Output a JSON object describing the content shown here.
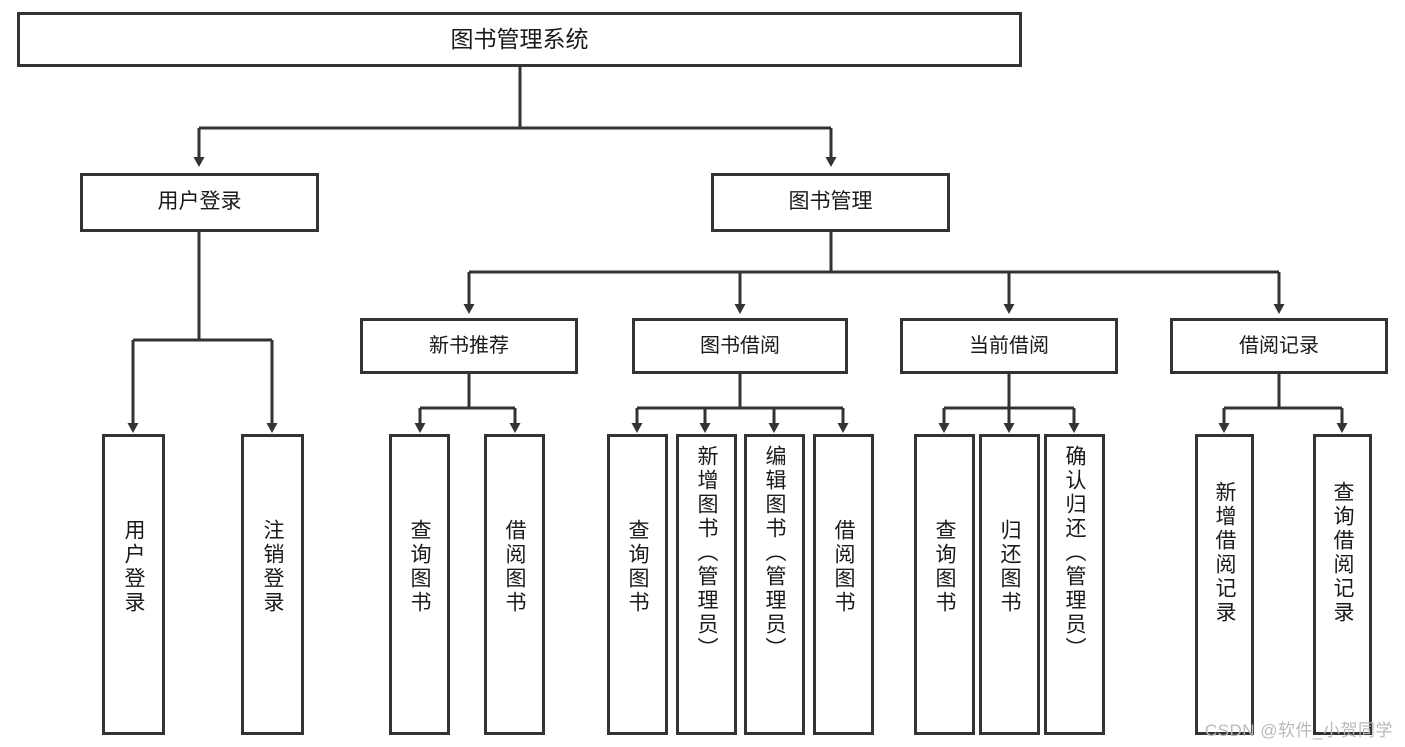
{
  "diagram": {
    "title": "图书管理系统",
    "type": "function-hierarchy-tree",
    "colors": {
      "background": "#ffffff",
      "border": "#333333",
      "text": "#1a1a1a",
      "connector": "#333333",
      "watermark": "#b9b9b9"
    },
    "root": {
      "label": "图书管理系统"
    },
    "level1": [
      {
        "label": "用户登录"
      },
      {
        "label": "图书管理"
      }
    ],
    "level2": [
      {
        "label": "新书推荐"
      },
      {
        "label": "图书借阅"
      },
      {
        "label": "当前借阅"
      },
      {
        "label": "借阅记录"
      }
    ],
    "leaves": {
      "user_login": [
        {
          "label": "用户登录"
        },
        {
          "label": "注销登录"
        }
      ],
      "new_book_recommend": [
        {
          "label": "查询图书"
        },
        {
          "label": "借阅图书"
        }
      ],
      "book_borrow": [
        {
          "label": "查询图书"
        },
        {
          "label": "新增图书（管理员）"
        },
        {
          "label": "编辑图书（管理员）"
        },
        {
          "label": "借阅图书"
        }
      ],
      "current_borrow": [
        {
          "label": "查询图书"
        },
        {
          "label": "归还图书"
        },
        {
          "label": "确认归还（管理员）"
        }
      ],
      "borrow_record": [
        {
          "label": "新增借阅记录"
        },
        {
          "label": "查询借阅记录"
        }
      ]
    },
    "watermark": "CSDN @软件_小贺同学"
  }
}
